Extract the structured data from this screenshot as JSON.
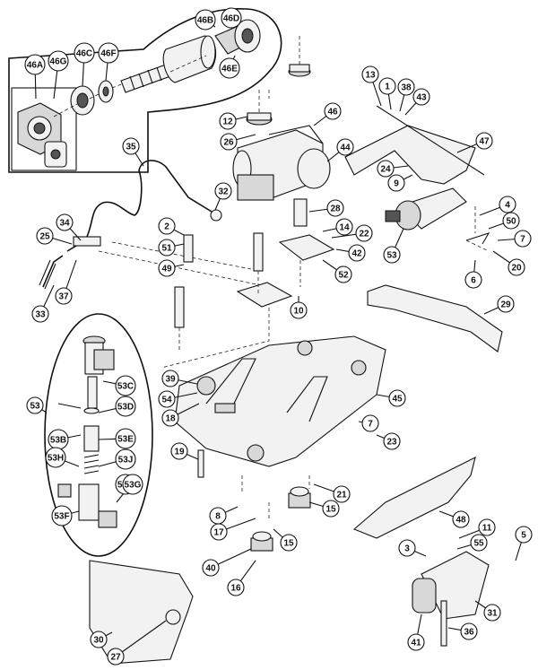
{
  "callouts": [
    {
      "label": "46B"
    },
    {
      "label": "46D"
    },
    {
      "label": "46C"
    },
    {
      "label": "46F"
    },
    {
      "label": "46A"
    },
    {
      "label": "46G"
    },
    {
      "label": "46E"
    },
    {
      "label": "35"
    },
    {
      "label": "32"
    },
    {
      "label": "12"
    },
    {
      "label": "26"
    },
    {
      "label": "46"
    },
    {
      "label": "44"
    },
    {
      "label": "13"
    },
    {
      "label": "1"
    },
    {
      "label": "38"
    },
    {
      "label": "43"
    },
    {
      "label": "47"
    },
    {
      "label": "24"
    },
    {
      "label": "9"
    },
    {
      "label": "28"
    },
    {
      "label": "4"
    },
    {
      "label": "50"
    },
    {
      "label": "2"
    },
    {
      "label": "51"
    },
    {
      "label": "49"
    },
    {
      "label": "14"
    },
    {
      "label": "22"
    },
    {
      "label": "42"
    },
    {
      "label": "34"
    },
    {
      "label": "25"
    },
    {
      "label": "37"
    },
    {
      "label": "33"
    },
    {
      "label": "52"
    },
    {
      "label": "10"
    },
    {
      "label": "53"
    },
    {
      "label": "7"
    },
    {
      "label": "6"
    },
    {
      "label": "20"
    },
    {
      "label": "29"
    },
    {
      "label": "53C"
    },
    {
      "label": "53D"
    },
    {
      "label": "53E"
    },
    {
      "label": "53"
    },
    {
      "label": "53B"
    },
    {
      "label": "53J"
    },
    {
      "label": "53H"
    },
    {
      "label": "53A"
    },
    {
      "label": "53G"
    },
    {
      "label": "53F"
    },
    {
      "label": "39"
    },
    {
      "label": "54"
    },
    {
      "label": "18"
    },
    {
      "label": "45"
    },
    {
      "label": "7"
    },
    {
      "label": "23"
    },
    {
      "label": "19"
    },
    {
      "label": "21"
    },
    {
      "label": "8"
    },
    {
      "label": "17"
    },
    {
      "label": "15"
    },
    {
      "label": "15"
    },
    {
      "label": "48"
    },
    {
      "label": "11"
    },
    {
      "label": "55"
    },
    {
      "label": "3"
    },
    {
      "label": "5"
    },
    {
      "label": "40"
    },
    {
      "label": "16"
    },
    {
      "label": "31"
    },
    {
      "label": "41"
    },
    {
      "label": "36"
    },
    {
      "label": "30"
    },
    {
      "label": "27"
    }
  ]
}
